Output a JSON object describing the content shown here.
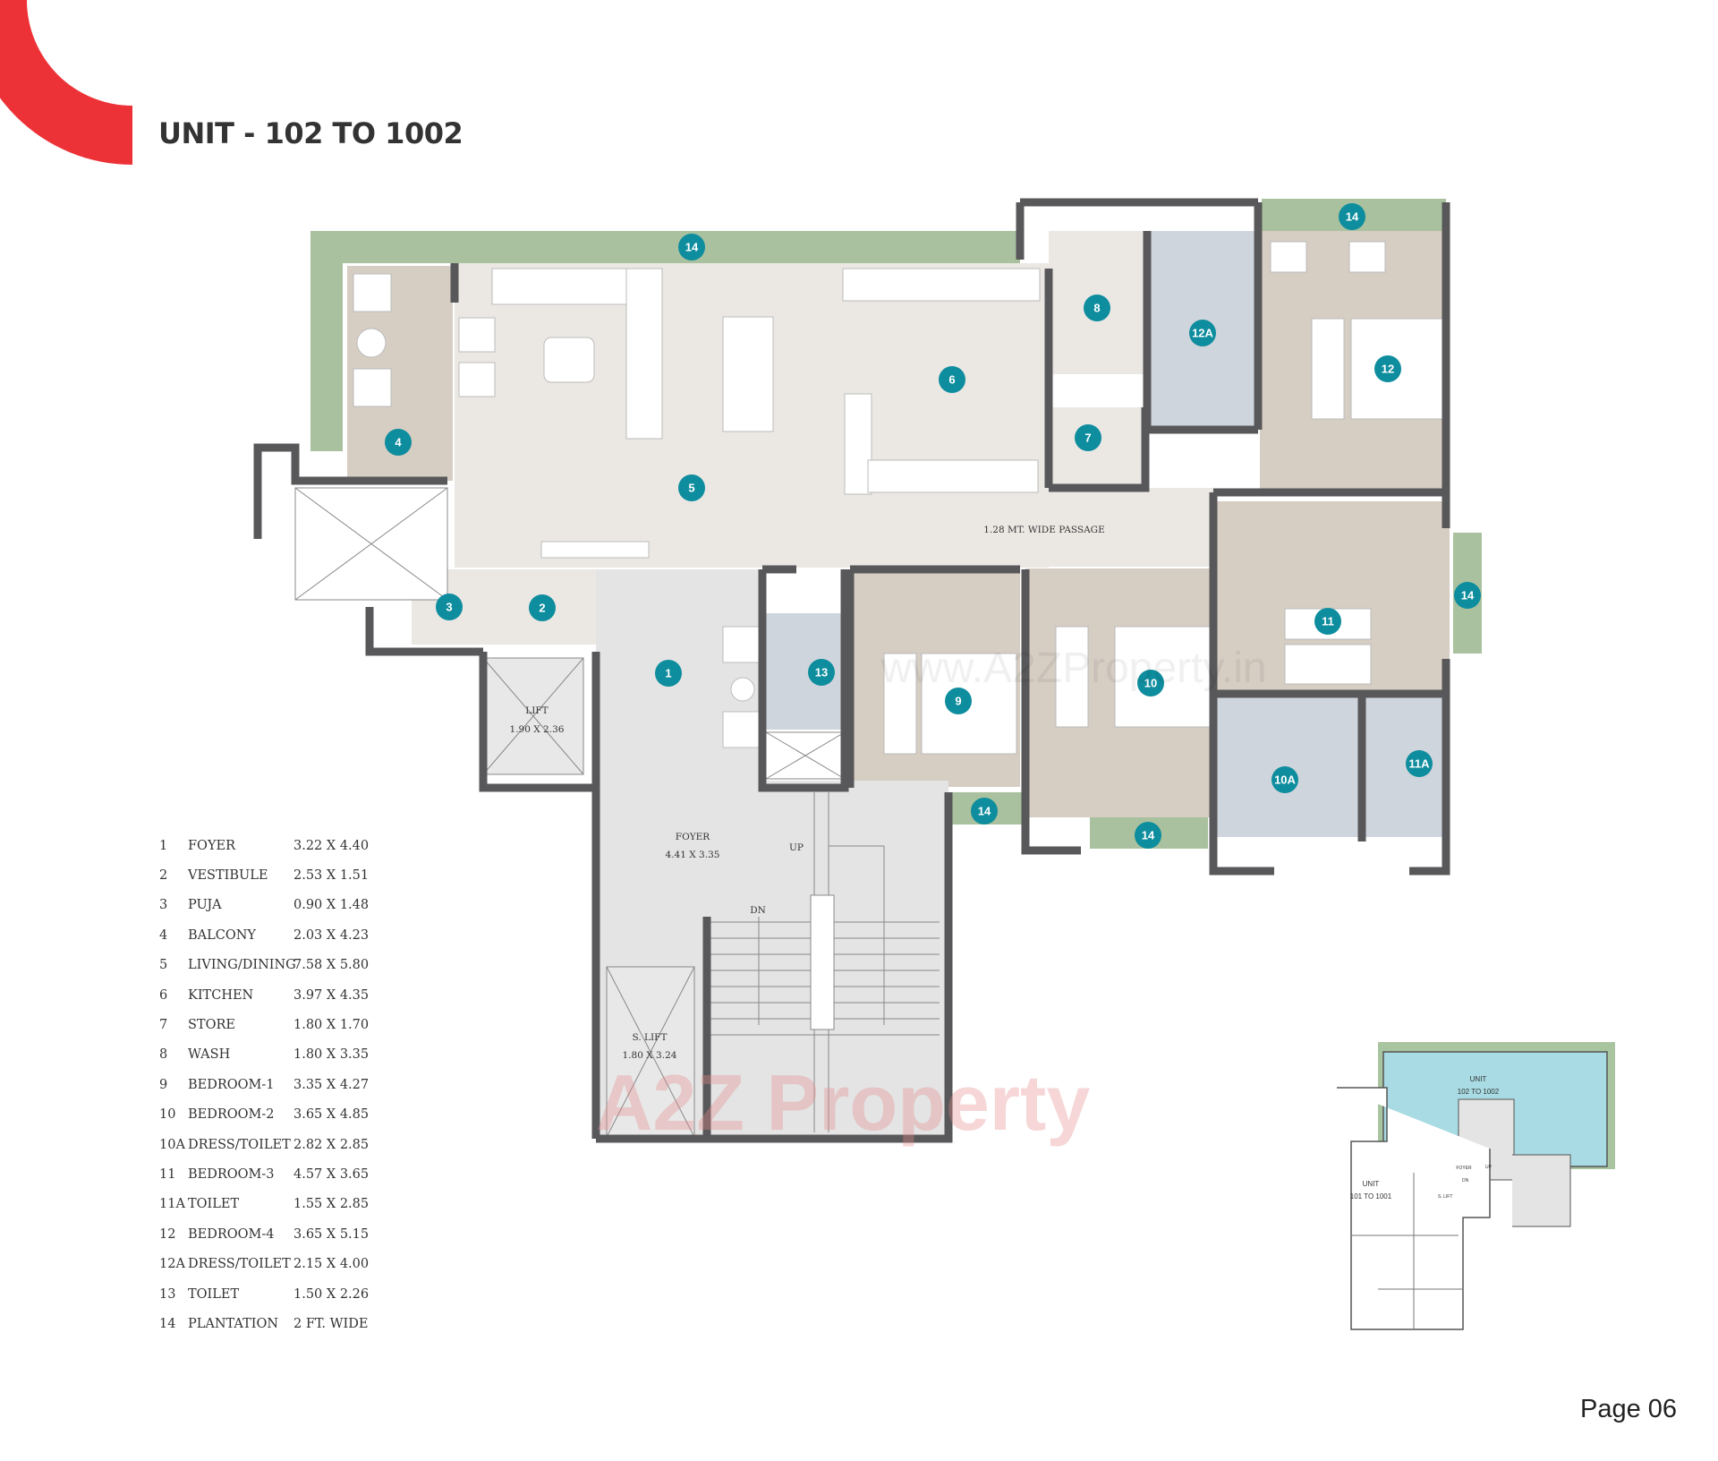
{
  "header": {
    "title": "UNIT - 102 TO 1002",
    "accent_color": "#ec3237"
  },
  "footer": {
    "page": "Page 06"
  },
  "legend": [
    {
      "num": "1",
      "name": "FOYER",
      "size": "3.22 X 4.40"
    },
    {
      "num": "2",
      "name": "VESTIBULE",
      "size": "2.53 X 1.51"
    },
    {
      "num": "3",
      "name": "PUJA",
      "size": "0.90 X 1.48"
    },
    {
      "num": "4",
      "name": "BALCONY",
      "size": "2.03 X 4.23"
    },
    {
      "num": "5",
      "name": "LIVING/DINING",
      "size": "7.58 X 5.80"
    },
    {
      "num": "6",
      "name": "KITCHEN",
      "size": "3.97 X 4.35"
    },
    {
      "num": "7",
      "name": "STORE",
      "size": "1.80 X 1.70"
    },
    {
      "num": "8",
      "name": "WASH",
      "size": "1.80 X 3.35"
    },
    {
      "num": "9",
      "name": "BEDROOM-1",
      "size": "3.35 X 4.27"
    },
    {
      "num": "10",
      "name": "BEDROOM-2",
      "size": "3.65 X 4.85"
    },
    {
      "num": "10A",
      "name": "DRESS/TOILET",
      "size": "2.82 X 2.85"
    },
    {
      "num": "11",
      "name": "BEDROOM-3",
      "size": "4.57 X 3.65"
    },
    {
      "num": "11A",
      "name": "TOILET",
      "size": "1.55 X 2.85"
    },
    {
      "num": "12",
      "name": "BEDROOM-4",
      "size": "3.65 X 5.15"
    },
    {
      "num": "12A",
      "name": "DRESS/TOILET",
      "size": "2.15 X 4.00"
    },
    {
      "num": "13",
      "name": "TOILET",
      "size": "1.50 X 2.26"
    },
    {
      "num": "14",
      "name": "PLANTATION",
      "size": "2 FT. WIDE"
    }
  ],
  "plan": {
    "marker_color": "#0e8d9e",
    "markers": [
      "14",
      "14",
      "4",
      "5",
      "6",
      "8",
      "12A",
      "12",
      "7",
      "3",
      "2",
      "1",
      "13",
      "9",
      "10",
      "11",
      "14",
      "11A",
      "10A",
      "14",
      "14"
    ],
    "passage": "1.28 MT. WIDE PASSAGE",
    "lift": {
      "name": "LIFT",
      "size": "1.90 X 2.36"
    },
    "foyer": {
      "name": "FOYER",
      "size": "4.41 X 3.35"
    },
    "service_lift": {
      "name": "S. LIFT",
      "size": "1.80 X 3.24"
    },
    "up": "UP",
    "dn": "DN",
    "watermark_url": "www.A2ZProperty.in",
    "watermark_logo": "A2Z Property"
  },
  "key_plan": {
    "unit_a": {
      "line1": "UNIT",
      "line2": "102 TO 1002"
    },
    "unit_b": {
      "line1": "UNIT",
      "line2": "101 TO 1001"
    },
    "foyer": "FOYER",
    "up": "UP",
    "dn": "DN",
    "slift": "S. LIFT",
    "highlight_color": "#a8dbe3"
  }
}
